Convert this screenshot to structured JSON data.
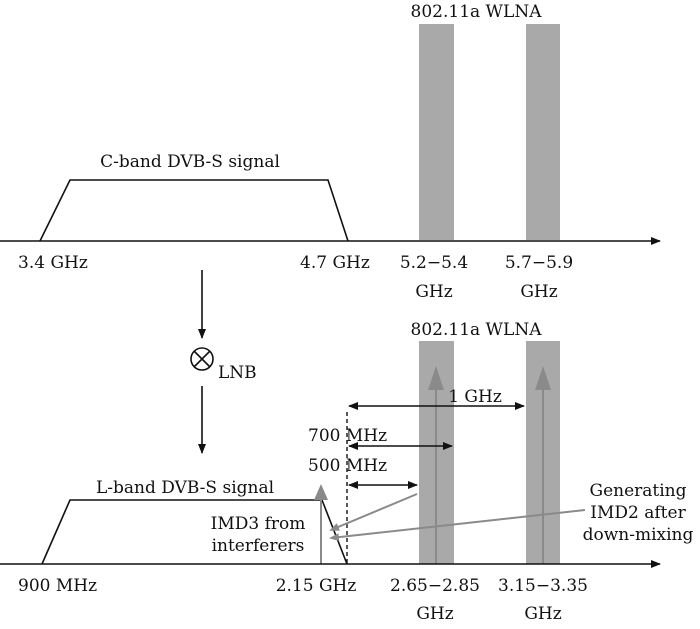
{
  "top": {
    "wlan_title": "802.11a WLNA",
    "signal_label": "C-band DVB-S signal",
    "freq_start": "3.4 GHz",
    "freq_end": "4.7 GHz",
    "band1_line1": "5.2−5.4",
    "band1_line2": "GHz",
    "band2_line1": "5.7−5.9",
    "band2_line2": "GHz"
  },
  "mixer": {
    "label": "LNB"
  },
  "bottom": {
    "wlan_title": "802.11a WLNA",
    "signal_label": "L-band DVB-S signal",
    "freq_start": "900 MHz",
    "freq_edge": "2.15 GHz",
    "band1_line1": "2.65−2.85",
    "band1_line2": "GHz",
    "band2_line1": "3.15−3.35",
    "band2_line2": "GHz",
    "spacing_1ghz": "1 GHz",
    "spacing_700": "700 MHz",
    "spacing_500": "500 MHz",
    "imd3_line1": "IMD3 from",
    "imd3_line2": "interferers",
    "imd2_line1": "Generating",
    "imd2_line2": "IMD2 after",
    "imd2_line3": "down-mixing"
  },
  "colors": {
    "band_fill": "#a9a9a9",
    "line": "#111111",
    "imd_arrow": "#8a8a8a"
  }
}
